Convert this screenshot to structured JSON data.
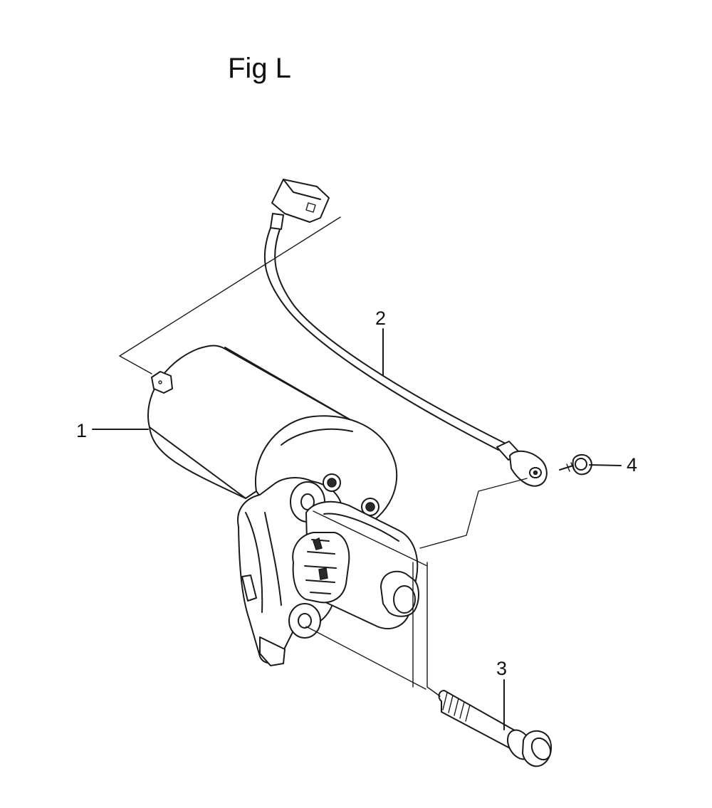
{
  "figure": {
    "title": "Fig L",
    "callouts": {
      "part_1": "1",
      "part_2": "2",
      "part_3": "3",
      "part_4": "4"
    }
  },
  "icons": {
    "starter_motor": "starter-motor-icon",
    "cable": "starter-cable-icon",
    "bolt": "flange-bolt-icon",
    "nut": "nut-icon"
  },
  "colors": {
    "line": "#1a1a1a",
    "background": "#ffffff"
  }
}
